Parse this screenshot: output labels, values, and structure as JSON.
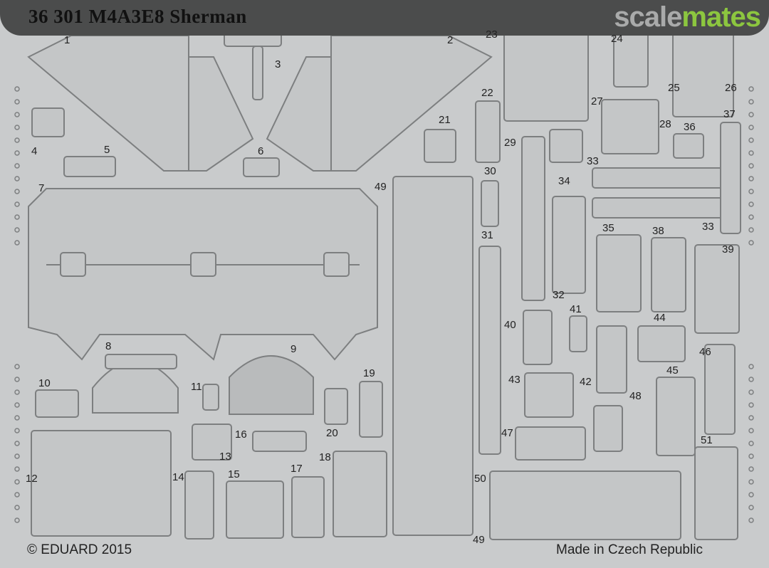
{
  "header": {
    "title": "36 301   M4A3E8 Sherman",
    "logo_part1": "scale",
    "logo_part2": "mates"
  },
  "part_numbers": [
    "1",
    "2",
    "3",
    "4",
    "5",
    "6",
    "7",
    "8",
    "9",
    "10",
    "11",
    "12",
    "13",
    "14",
    "15",
    "16",
    "17",
    "18",
    "19",
    "20",
    "21",
    "22",
    "23",
    "24",
    "25",
    "26",
    "27",
    "28",
    "29",
    "30",
    "31",
    "32",
    "33",
    "33",
    "34",
    "35",
    "36",
    "37",
    "38",
    "39",
    "40",
    "41",
    "42",
    "43",
    "44",
    "45",
    "46",
    "47",
    "48",
    "49",
    "49",
    "50",
    "51"
  ],
  "footer": {
    "copyright": "© EDUARD 2015",
    "origin": "Made in Czech Republic"
  },
  "colors": {
    "fret": "#c9cbcc",
    "outline": "#7d7f80",
    "accent": "#8cc63f"
  }
}
